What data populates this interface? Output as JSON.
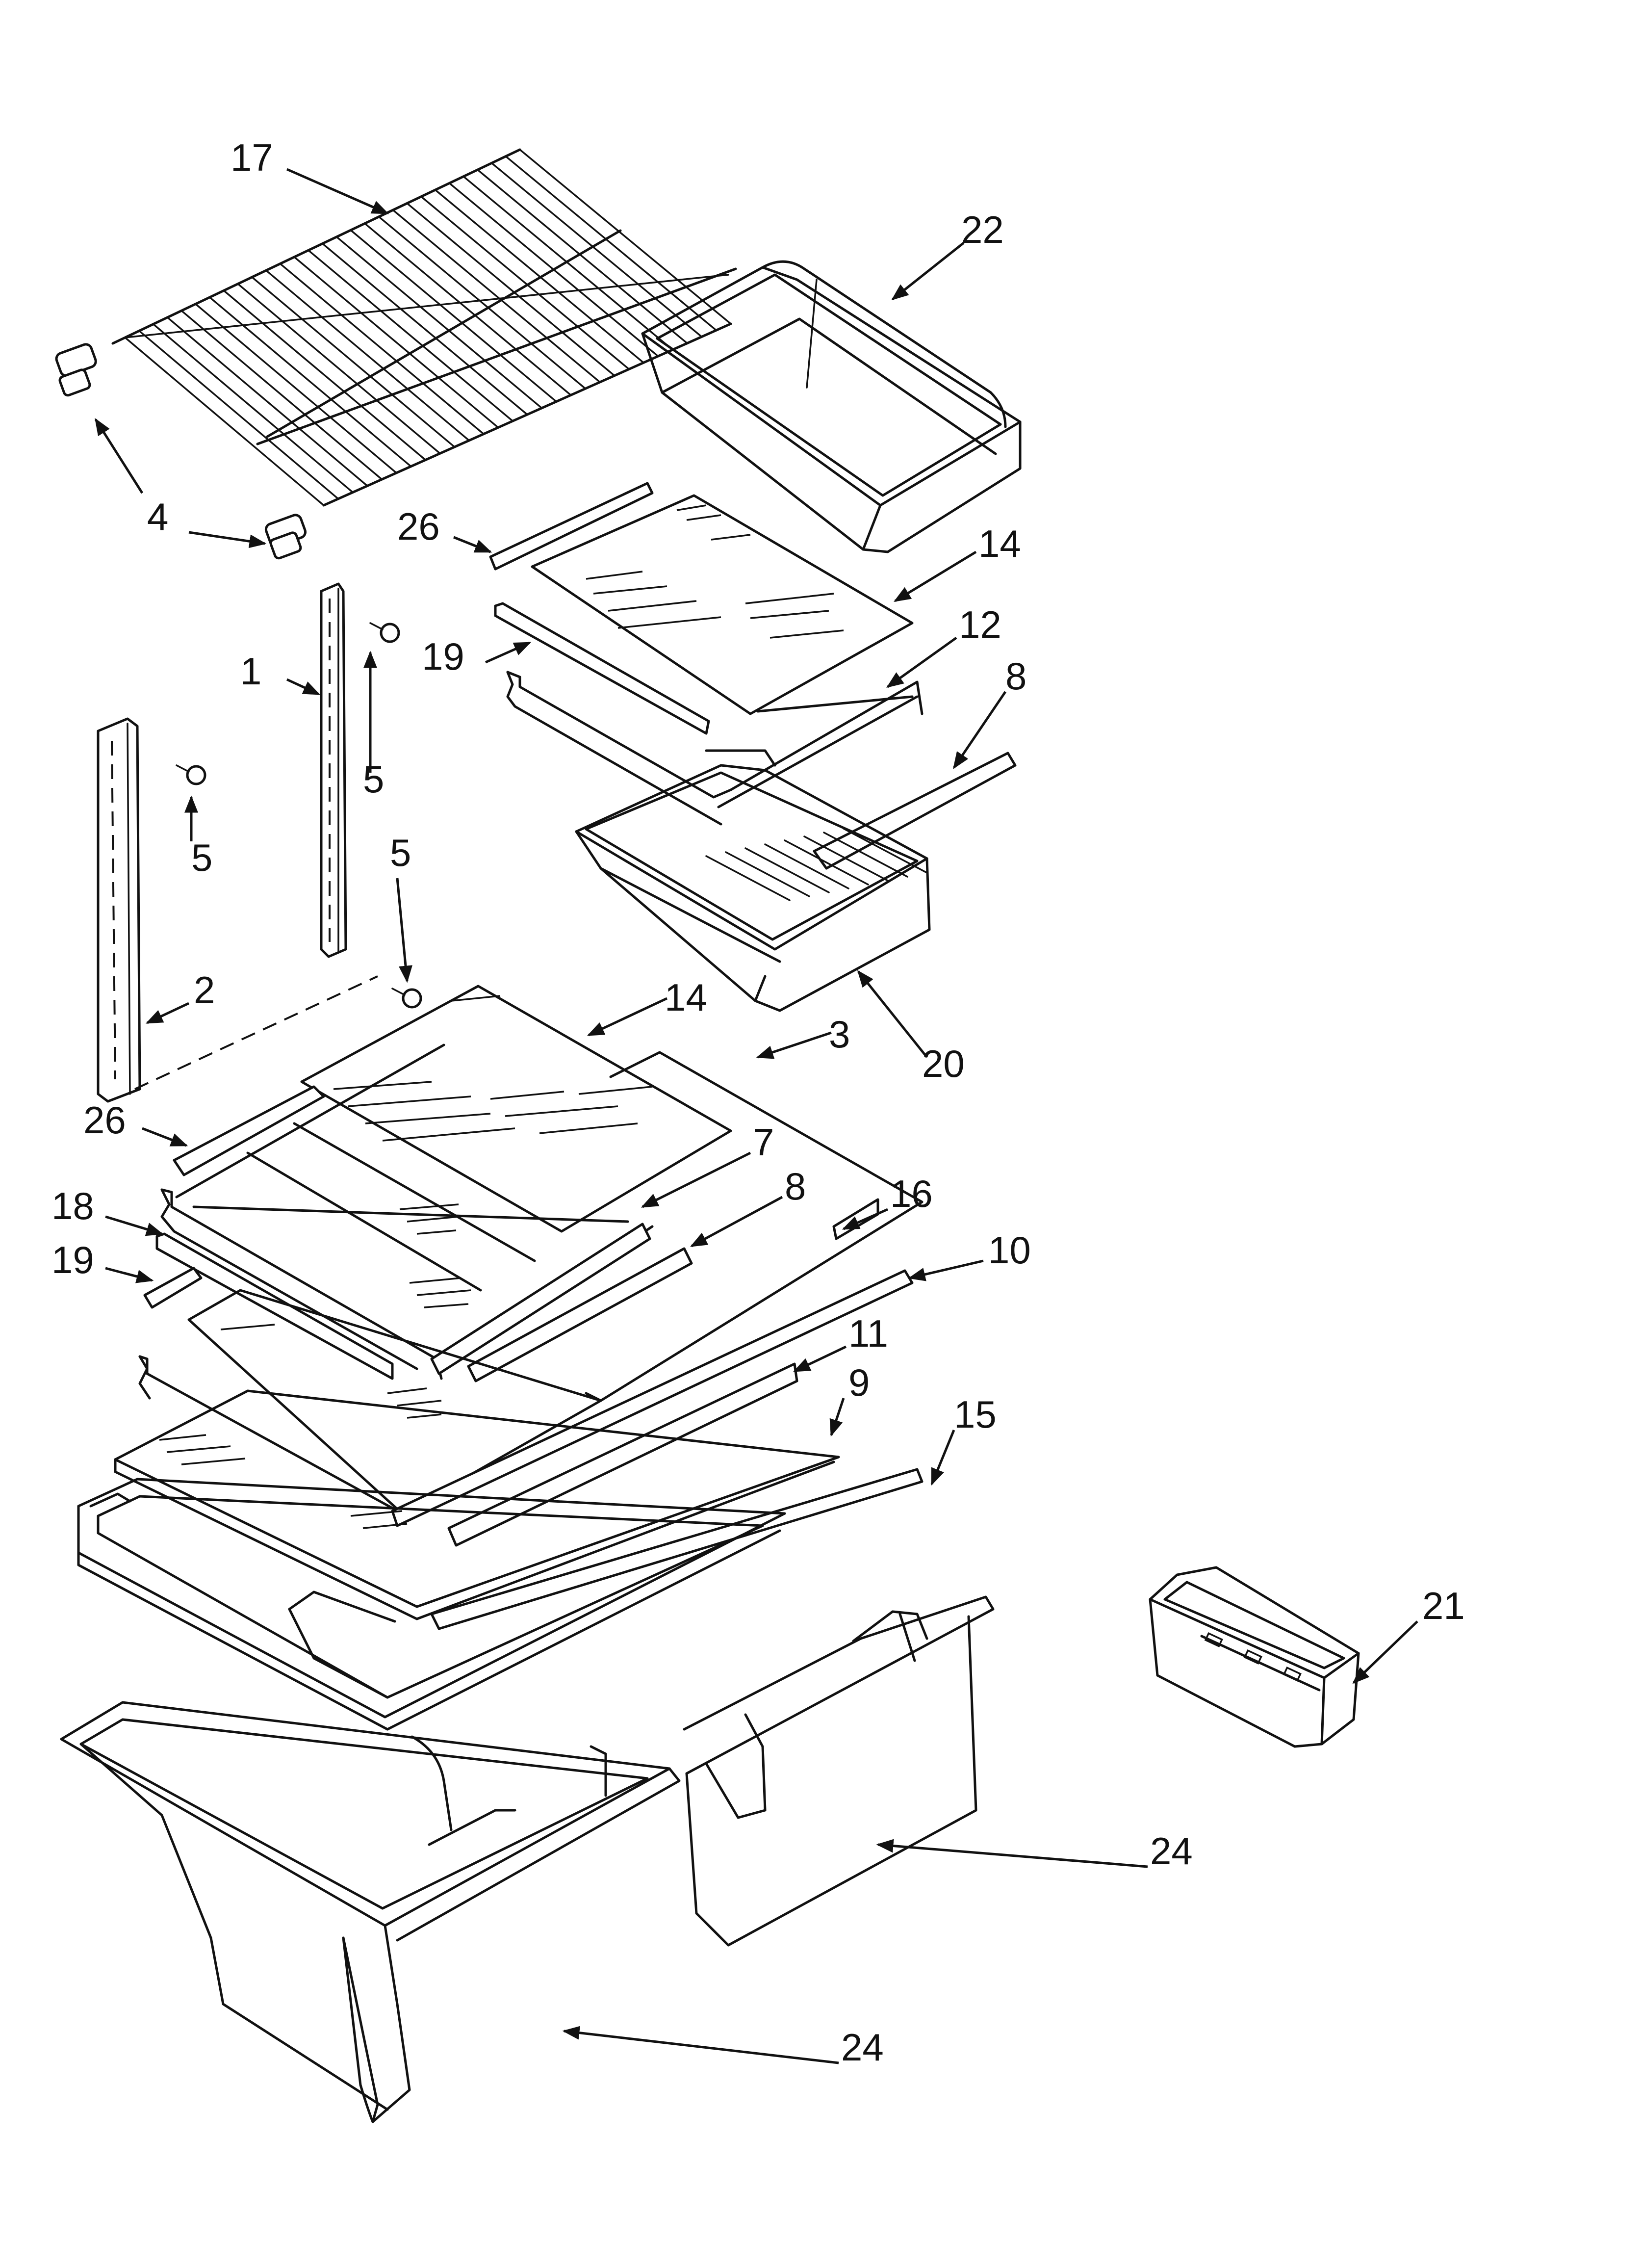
{
  "callouts": [
    {
      "label": "17"
    },
    {
      "label": "22"
    },
    {
      "label": "4"
    },
    {
      "label": "4"
    },
    {
      "label": "26"
    },
    {
      "label": "14"
    },
    {
      "label": "19"
    },
    {
      "label": "12"
    },
    {
      "label": "8"
    },
    {
      "label": "1"
    },
    {
      "label": "5"
    },
    {
      "label": "5"
    },
    {
      "label": "5"
    },
    {
      "label": "2"
    },
    {
      "label": "20"
    },
    {
      "label": "14"
    },
    {
      "label": "3"
    },
    {
      "label": "26"
    },
    {
      "label": "7"
    },
    {
      "label": "8"
    },
    {
      "label": "18"
    },
    {
      "label": "16"
    },
    {
      "label": "19"
    },
    {
      "label": "10"
    },
    {
      "label": "11"
    },
    {
      "label": "9"
    },
    {
      "label": "15"
    },
    {
      "label": "21"
    },
    {
      "label": "24"
    },
    {
      "label": "24"
    }
  ]
}
